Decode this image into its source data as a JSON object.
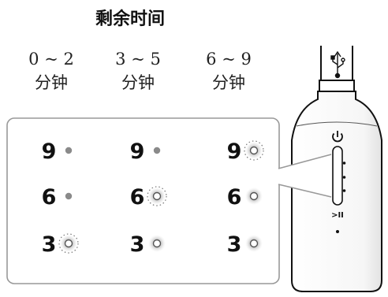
{
  "title": "剩余时间",
  "columns": [
    {
      "range": "0 ~ 2",
      "unit": "分钟"
    },
    {
      "range": "3 ~ 5",
      "unit": "分钟"
    },
    {
      "range": "6 ~ 9",
      "unit": "分钟"
    }
  ],
  "level_labels": [
    "9",
    "6",
    "3"
  ],
  "indicator_grid": [
    [
      "off",
      "off",
      "blinking"
    ],
    [
      "off",
      "blinking",
      "on"
    ],
    [
      "blinking",
      "on",
      "on"
    ]
  ],
  "device": {
    "led_labels": [
      "9",
      "6",
      "3"
    ],
    "play_pause_label": ">II",
    "icons": [
      "usb-icon",
      "power-icon"
    ]
  },
  "colors": {
    "panel_border": "#999999",
    "led_off": "#888888",
    "led_on_glow": "#bbbbbb",
    "text": "#111111"
  }
}
